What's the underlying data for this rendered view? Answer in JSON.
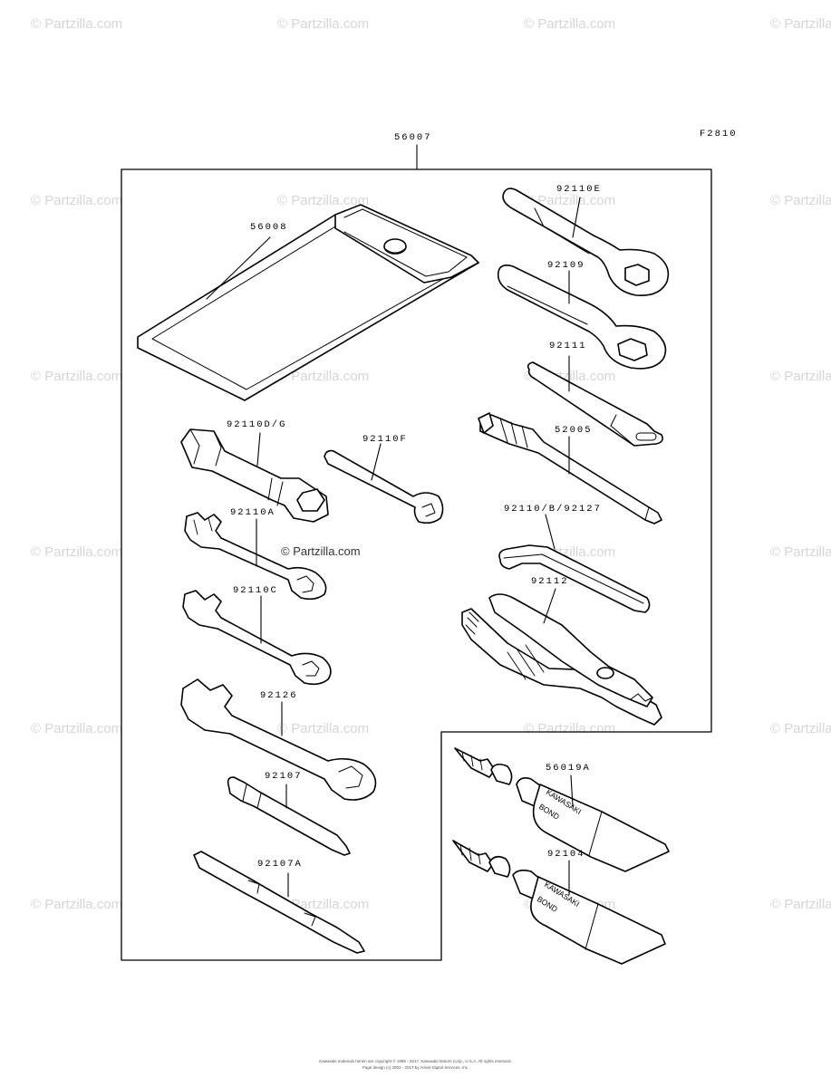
{
  "figure_code": "F2810",
  "watermark_text": "© Partzilla.com",
  "center_watermark": "© Partzilla.com",
  "parts": {
    "kit": "56007",
    "pouch": "56008",
    "ring_wrench_e": "92110E",
    "ring_wrench": "92109",
    "bar": "92111",
    "bit_holder": "52005",
    "hex_key": "92110/B/92127",
    "pliers": "92112",
    "box_wrench": "92110D/G",
    "small_wrench": "92110F",
    "wrench_a": "92110A",
    "wrench_c": "92110C",
    "wrench_large": "92126",
    "screwdriver": "92107",
    "screwdriver_a": "92107A",
    "bond_a": "56019A",
    "bond": "92104"
  },
  "tube_brand": "KAWASAKI",
  "tube_product": "BOND",
  "footer": {
    "line1": "Kawasaki materials herein are copyright © 1995 - 2017, Kawasaki Motors Corp., U.S.A. All rights reserved.",
    "line2": "Page design (c) 2002 - 2017 by Arinet Digital Services, Inc."
  }
}
